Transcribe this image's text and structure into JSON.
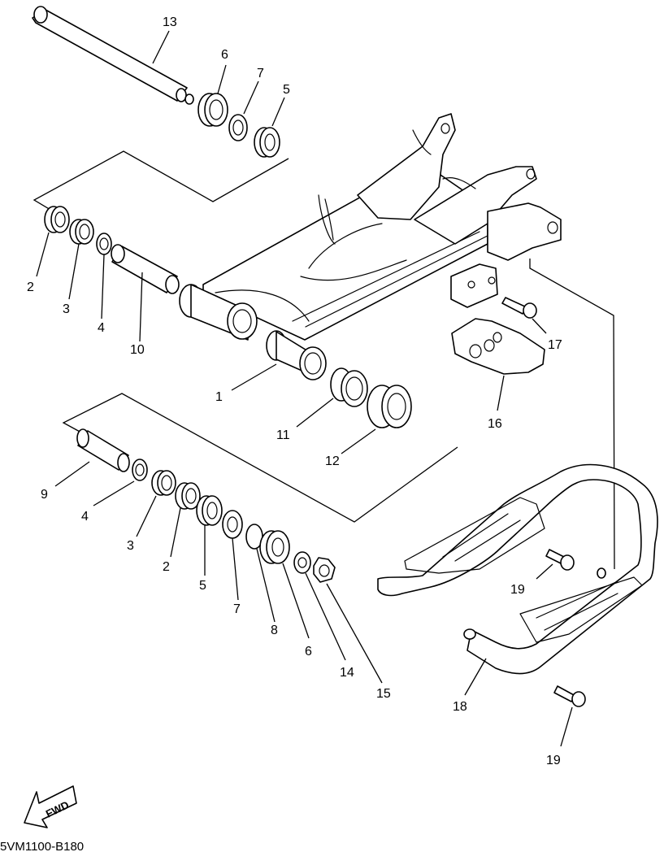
{
  "drawing_code": "5VM1100-B180",
  "fwd_label": "FWD",
  "callouts": {
    "c13": "13",
    "c6a": "6",
    "c7a": "7",
    "c5a": "5",
    "c2a": "2",
    "c3a": "3",
    "c4a": "4",
    "c10": "10",
    "c1": "1",
    "c11": "11",
    "c12": "12",
    "c9": "9",
    "c4b": "4",
    "c3b": "3",
    "c2b": "2",
    "c5b": "5",
    "c7b": "7",
    "c8": "8",
    "c6b": "6",
    "c14": "14",
    "c15": "15",
    "c16": "16",
    "c17": "17",
    "c18": "18",
    "c19a": "19",
    "c19b": "19"
  }
}
